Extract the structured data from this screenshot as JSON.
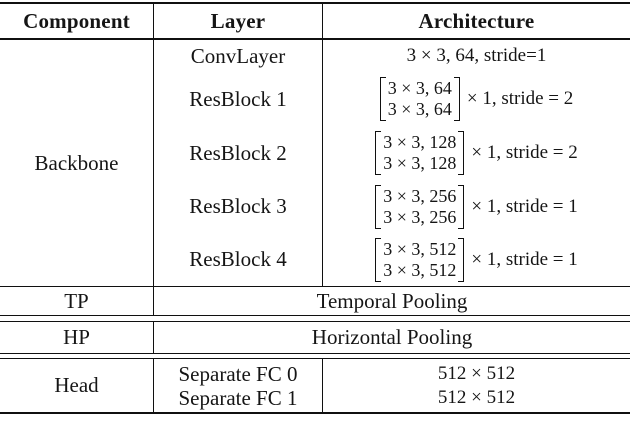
{
  "table": {
    "headers": {
      "component": "Component",
      "layer": "Layer",
      "architecture": "Architecture"
    },
    "backbone": {
      "component": "Backbone",
      "rows": [
        {
          "layer": "ConvLayer",
          "arch_text": "3 × 3, 64, stride=1"
        },
        {
          "layer": "ResBlock 1",
          "matrix": [
            "3 × 3, 64",
            "3 × 3, 64"
          ],
          "suffix": "× 1, stride = 2"
        },
        {
          "layer": "ResBlock 2",
          "matrix": [
            "3 × 3, 128",
            "3 × 3, 128"
          ],
          "suffix": "× 1, stride = 2"
        },
        {
          "layer": "ResBlock 3",
          "matrix": [
            "3 × 3, 256",
            "3 × 3, 256"
          ],
          "suffix": "× 1, stride = 1"
        },
        {
          "layer": "ResBlock 4",
          "matrix": [
            "3 × 3, 512",
            "3 × 3, 512"
          ],
          "suffix": "× 1, stride = 1"
        }
      ]
    },
    "tp": {
      "component": "TP",
      "value": "Temporal Pooling"
    },
    "hp": {
      "component": "HP",
      "value": "Horizontal Pooling"
    },
    "head": {
      "component": "Head",
      "rows": [
        {
          "layer": "Separate FC 0",
          "arch": "512 × 512"
        },
        {
          "layer": "Separate FC 1",
          "arch": "512 × 512"
        }
      ]
    }
  },
  "colors": {
    "ink": "#151515",
    "background": "#ffffff"
  }
}
